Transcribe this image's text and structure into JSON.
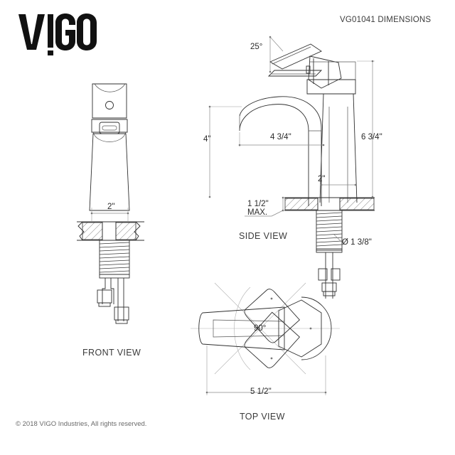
{
  "header": {
    "logo_text": "VIGO",
    "doc_title": "VG01041 DIMENSIONS"
  },
  "footer": {
    "copyright": "© 2018 VIGO Industries, All rights reserved."
  },
  "views": {
    "front": {
      "caption": "FRONT VIEW"
    },
    "side": {
      "caption": "SIDE VIEW"
    },
    "top": {
      "caption": "TOP VIEW"
    }
  },
  "dimensions": {
    "front_width": "2\"",
    "handle_angle": "25°",
    "spout_height": "4\"",
    "spout_reach": "4 3/4\"",
    "overall_height": "6 3/4\"",
    "body_depth": "2\"",
    "deck_thickness_line1": "1 1/2\"",
    "deck_thickness_line2": "MAX.",
    "shank_diameter": "Ø 1 3/8\"",
    "handle_swivel": "90°",
    "top_span": "5 1/2\""
  },
  "colors": {
    "ink": "#2f2f2f",
    "dim": "#8a8a8a",
    "text": "#3b3b3b",
    "footer": "#6a6a6a",
    "background": "#ffffff"
  }
}
